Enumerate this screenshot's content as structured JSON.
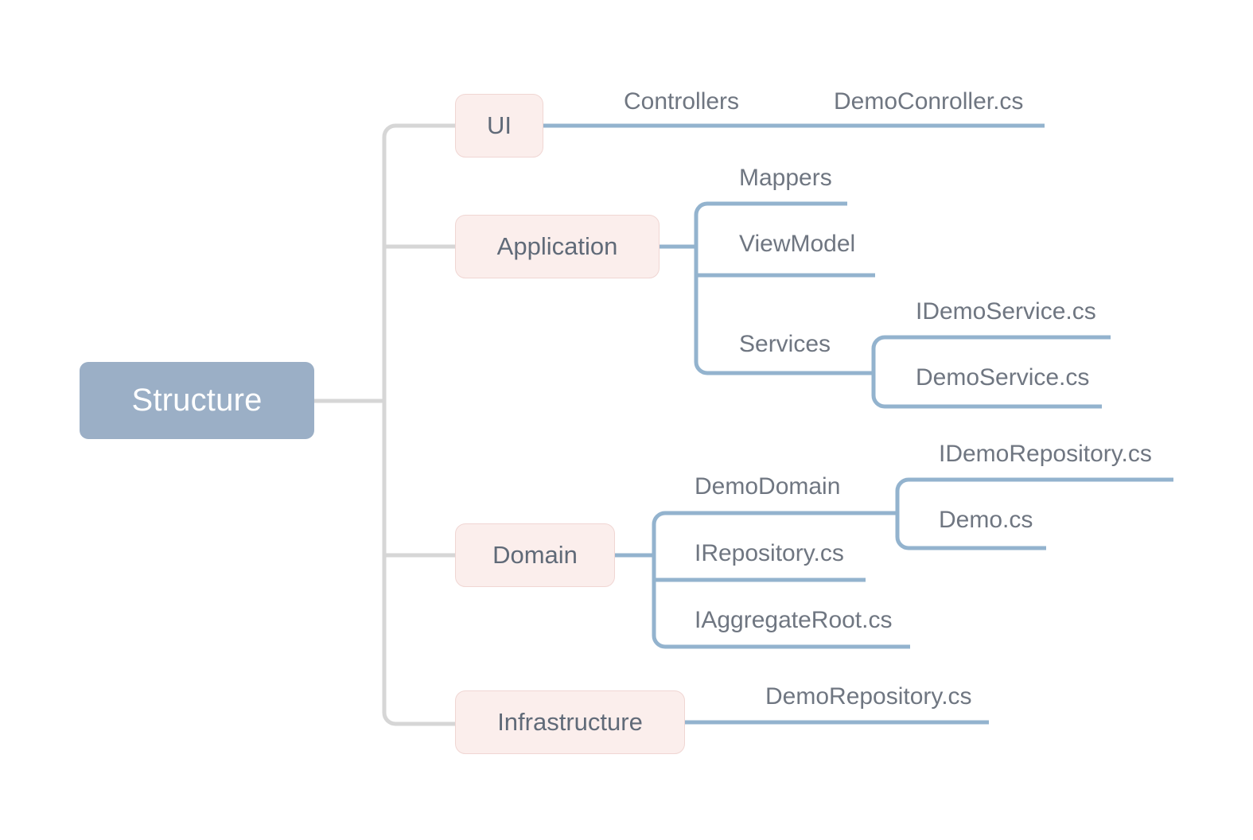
{
  "diagram": {
    "title": "Structure",
    "type": "mind-map",
    "colors": {
      "root_fill": "#9bafc6",
      "root_text": "#ffffff",
      "branch_fill": "#fbeeec",
      "branch_border": "#f0d6d3",
      "branch_text": "#606a78",
      "leaf_text": "#6f7681",
      "connector_gray": "#d6d6d6",
      "connector_blue": "#93b3ce",
      "background": "#ffffff"
    }
  },
  "root": {
    "label": "Structure"
  },
  "branches": [
    {
      "label": "UI",
      "children": [
        {
          "label": "Controllers",
          "children": [
            {
              "label": "DemoConroller.cs",
              "children": []
            }
          ]
        }
      ]
    },
    {
      "label": "Application",
      "children": [
        {
          "label": "Mappers",
          "children": []
        },
        {
          "label": "ViewModel",
          "children": []
        },
        {
          "label": "Services",
          "children": [
            {
              "label": "IDemoService.cs",
              "children": []
            },
            {
              "label": "DemoService.cs",
              "children": []
            }
          ]
        }
      ]
    },
    {
      "label": "Domain",
      "children": [
        {
          "label": "DemoDomain",
          "children": [
            {
              "label": "IDemoRepository.cs",
              "children": []
            },
            {
              "label": "Demo.cs",
              "children": []
            }
          ]
        },
        {
          "label": "IRepository.cs",
          "children": []
        },
        {
          "label": "IAggregateRoot.cs",
          "children": []
        }
      ]
    },
    {
      "label": "Infrastructure",
      "children": [
        {
          "label": "DemoRepository.cs",
          "children": []
        }
      ]
    }
  ]
}
